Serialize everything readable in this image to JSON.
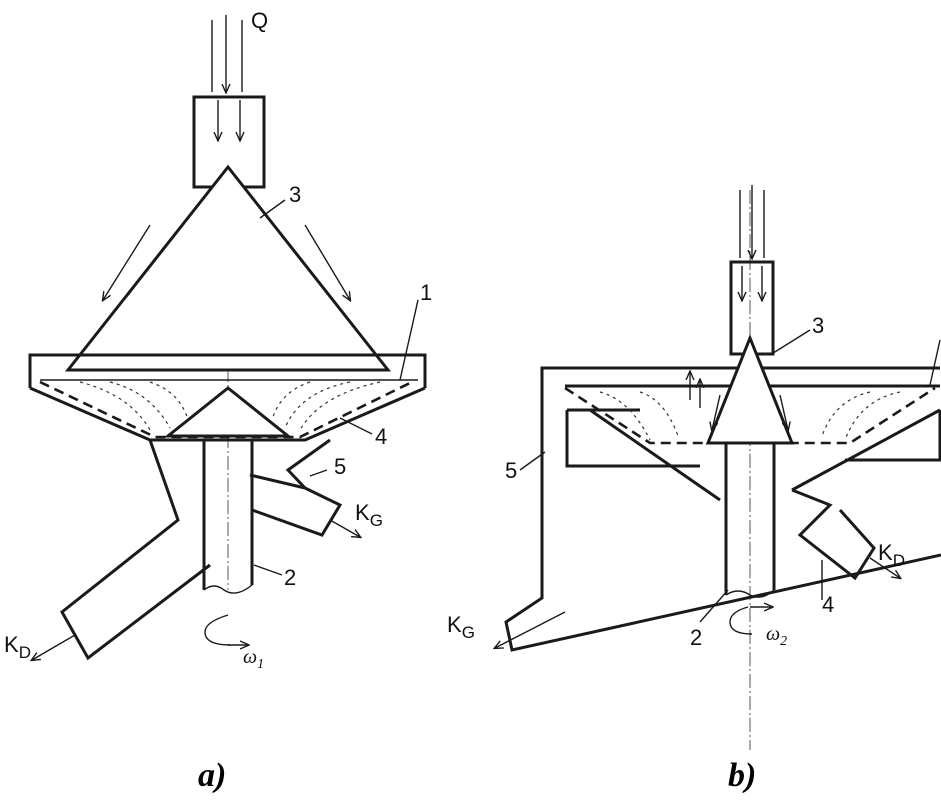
{
  "figure_a": {
    "feed_label": "Q",
    "parts": {
      "p1": "1",
      "p2": "2",
      "p3": "3",
      "p4": "4",
      "p5": "5"
    },
    "outlet_g": "K",
    "outlet_g_sub": "G",
    "outlet_d": "K",
    "outlet_d_sub": "D",
    "rotation": "ω",
    "rotation_sub": "1",
    "caption": "a)"
  },
  "figure_b": {
    "parts": {
      "p2": "2",
      "p3": "3",
      "p4": "4",
      "p5": "5"
    },
    "outlet_g": "K",
    "outlet_g_sub": "G",
    "outlet_d": "K",
    "outlet_d_sub": "D",
    "rotation": "ω",
    "rotation_sub": "2",
    "caption": "b)"
  }
}
